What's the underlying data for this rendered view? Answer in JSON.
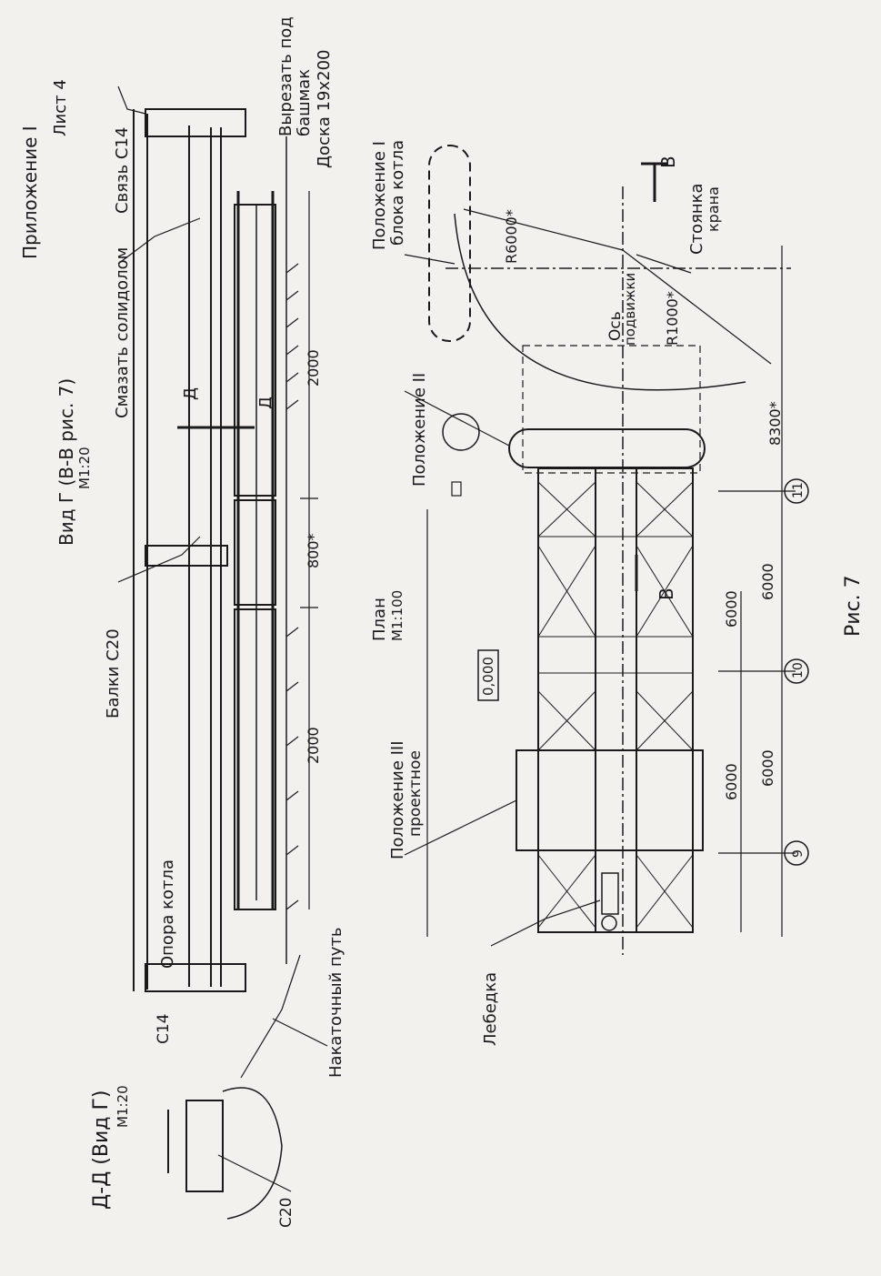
{
  "sheet": {
    "appendix": "Приложение I",
    "sheet_no": "Лист 4",
    "figure": "Рис. 7"
  },
  "view_g": {
    "title": "Вид Г (В-В рис. 7)",
    "scale": "М1:20",
    "labels": {
      "cut_out": "Вырезать под",
      "cut_out_2": "башмак",
      "board": "Доска 19х200",
      "brace": "Связь С14",
      "grease": "Смазать солидолом",
      "beams": "Балки С20",
      "support": "Опора котла",
      "channel": "С14",
      "track": "Накаточный путь"
    },
    "dims": [
      "2000",
      "800*",
      "2000"
    ],
    "section_mark": "Д"
  },
  "section_dd": {
    "title": "Д-Д (Вид Г)",
    "scale": "М1:20",
    "channel": "С20"
  },
  "plan": {
    "title": "План",
    "scale": "М1:100",
    "labels": {
      "pos1": "Положение I",
      "pos1_2": "блока котла",
      "pos2": "Положение II",
      "pos3": "Положение III",
      "pos3_2": "проектное",
      "axis": "Ось",
      "axis_2": "подвижки",
      "crane": "Стоянка",
      "crane_2": "крана",
      "winch": "Лебедка",
      "level": "0,000",
      "section_b": "В"
    },
    "radii": [
      "R6000*",
      "R1000*"
    ],
    "dims": [
      "8300*",
      "6000",
      "6000",
      "6000",
      "6000"
    ],
    "axes": [
      "11",
      "10",
      "9"
    ]
  }
}
